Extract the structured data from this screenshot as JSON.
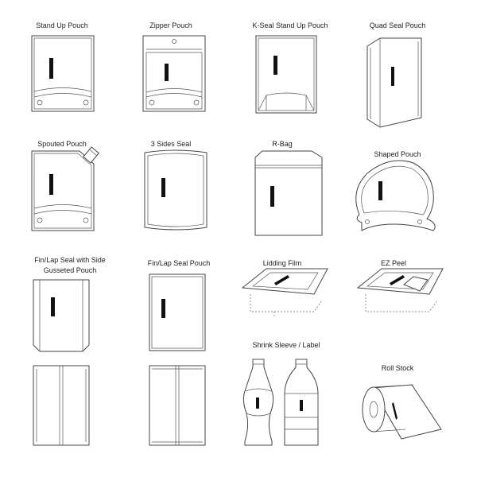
{
  "labels": {
    "stand_up_pouch": "Stand Up Pouch",
    "zipper_pouch": "Zipper Pouch",
    "k_seal_stand_up_pouch": "K-Seal Stand Up Pouch",
    "quad_seal_pouch": "Quad Seal Pouch",
    "spouted_pouch": "Spouted Pouch",
    "three_sides_seal": "3 Sides Seal",
    "r_bag": "R-Bag",
    "shaped_pouch": "Shaped Pouch",
    "fin_lap_seal_side_gusseted": "Fin/Lap Seal with Side Gusseted Pouch",
    "fin_lap_seal_pouch": "Fin/Lap Seal Pouch",
    "lidding_film": "Lidding Film",
    "ez_peel": "EZ Peel",
    "shrink_sleeve_label": "Shrink Sleeve / Label",
    "roll_stock": "Roll Stock"
  },
  "colors": {
    "outline": "#444444",
    "window": "#111111",
    "background": "#ffffff"
  }
}
